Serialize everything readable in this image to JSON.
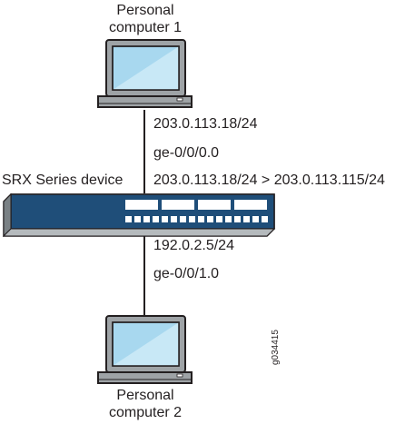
{
  "pc1": {
    "label_line1": "Personal",
    "label_line2": "computer 1"
  },
  "pc2": {
    "label_line1": "Personal",
    "label_line2": "computer 2"
  },
  "link_top": {
    "ip": "203.0.113.18/24",
    "interface": "ge-0/0/0.0"
  },
  "link_bottom": {
    "ip": "192.0.2.5/24",
    "interface": "ge-0/0/1.0"
  },
  "device": {
    "label": "SRX Series device",
    "nat_rule": "203.0.113.18/24 > 203.0.113.115/24"
  },
  "figure_id": "g034415",
  "colors": {
    "device_fill": "#1f4e79",
    "device_shadow": "#9ea3a6",
    "screen_fill": "#a8d8ef",
    "pc_body": "#9ea3a6",
    "outline": "#231f20"
  }
}
